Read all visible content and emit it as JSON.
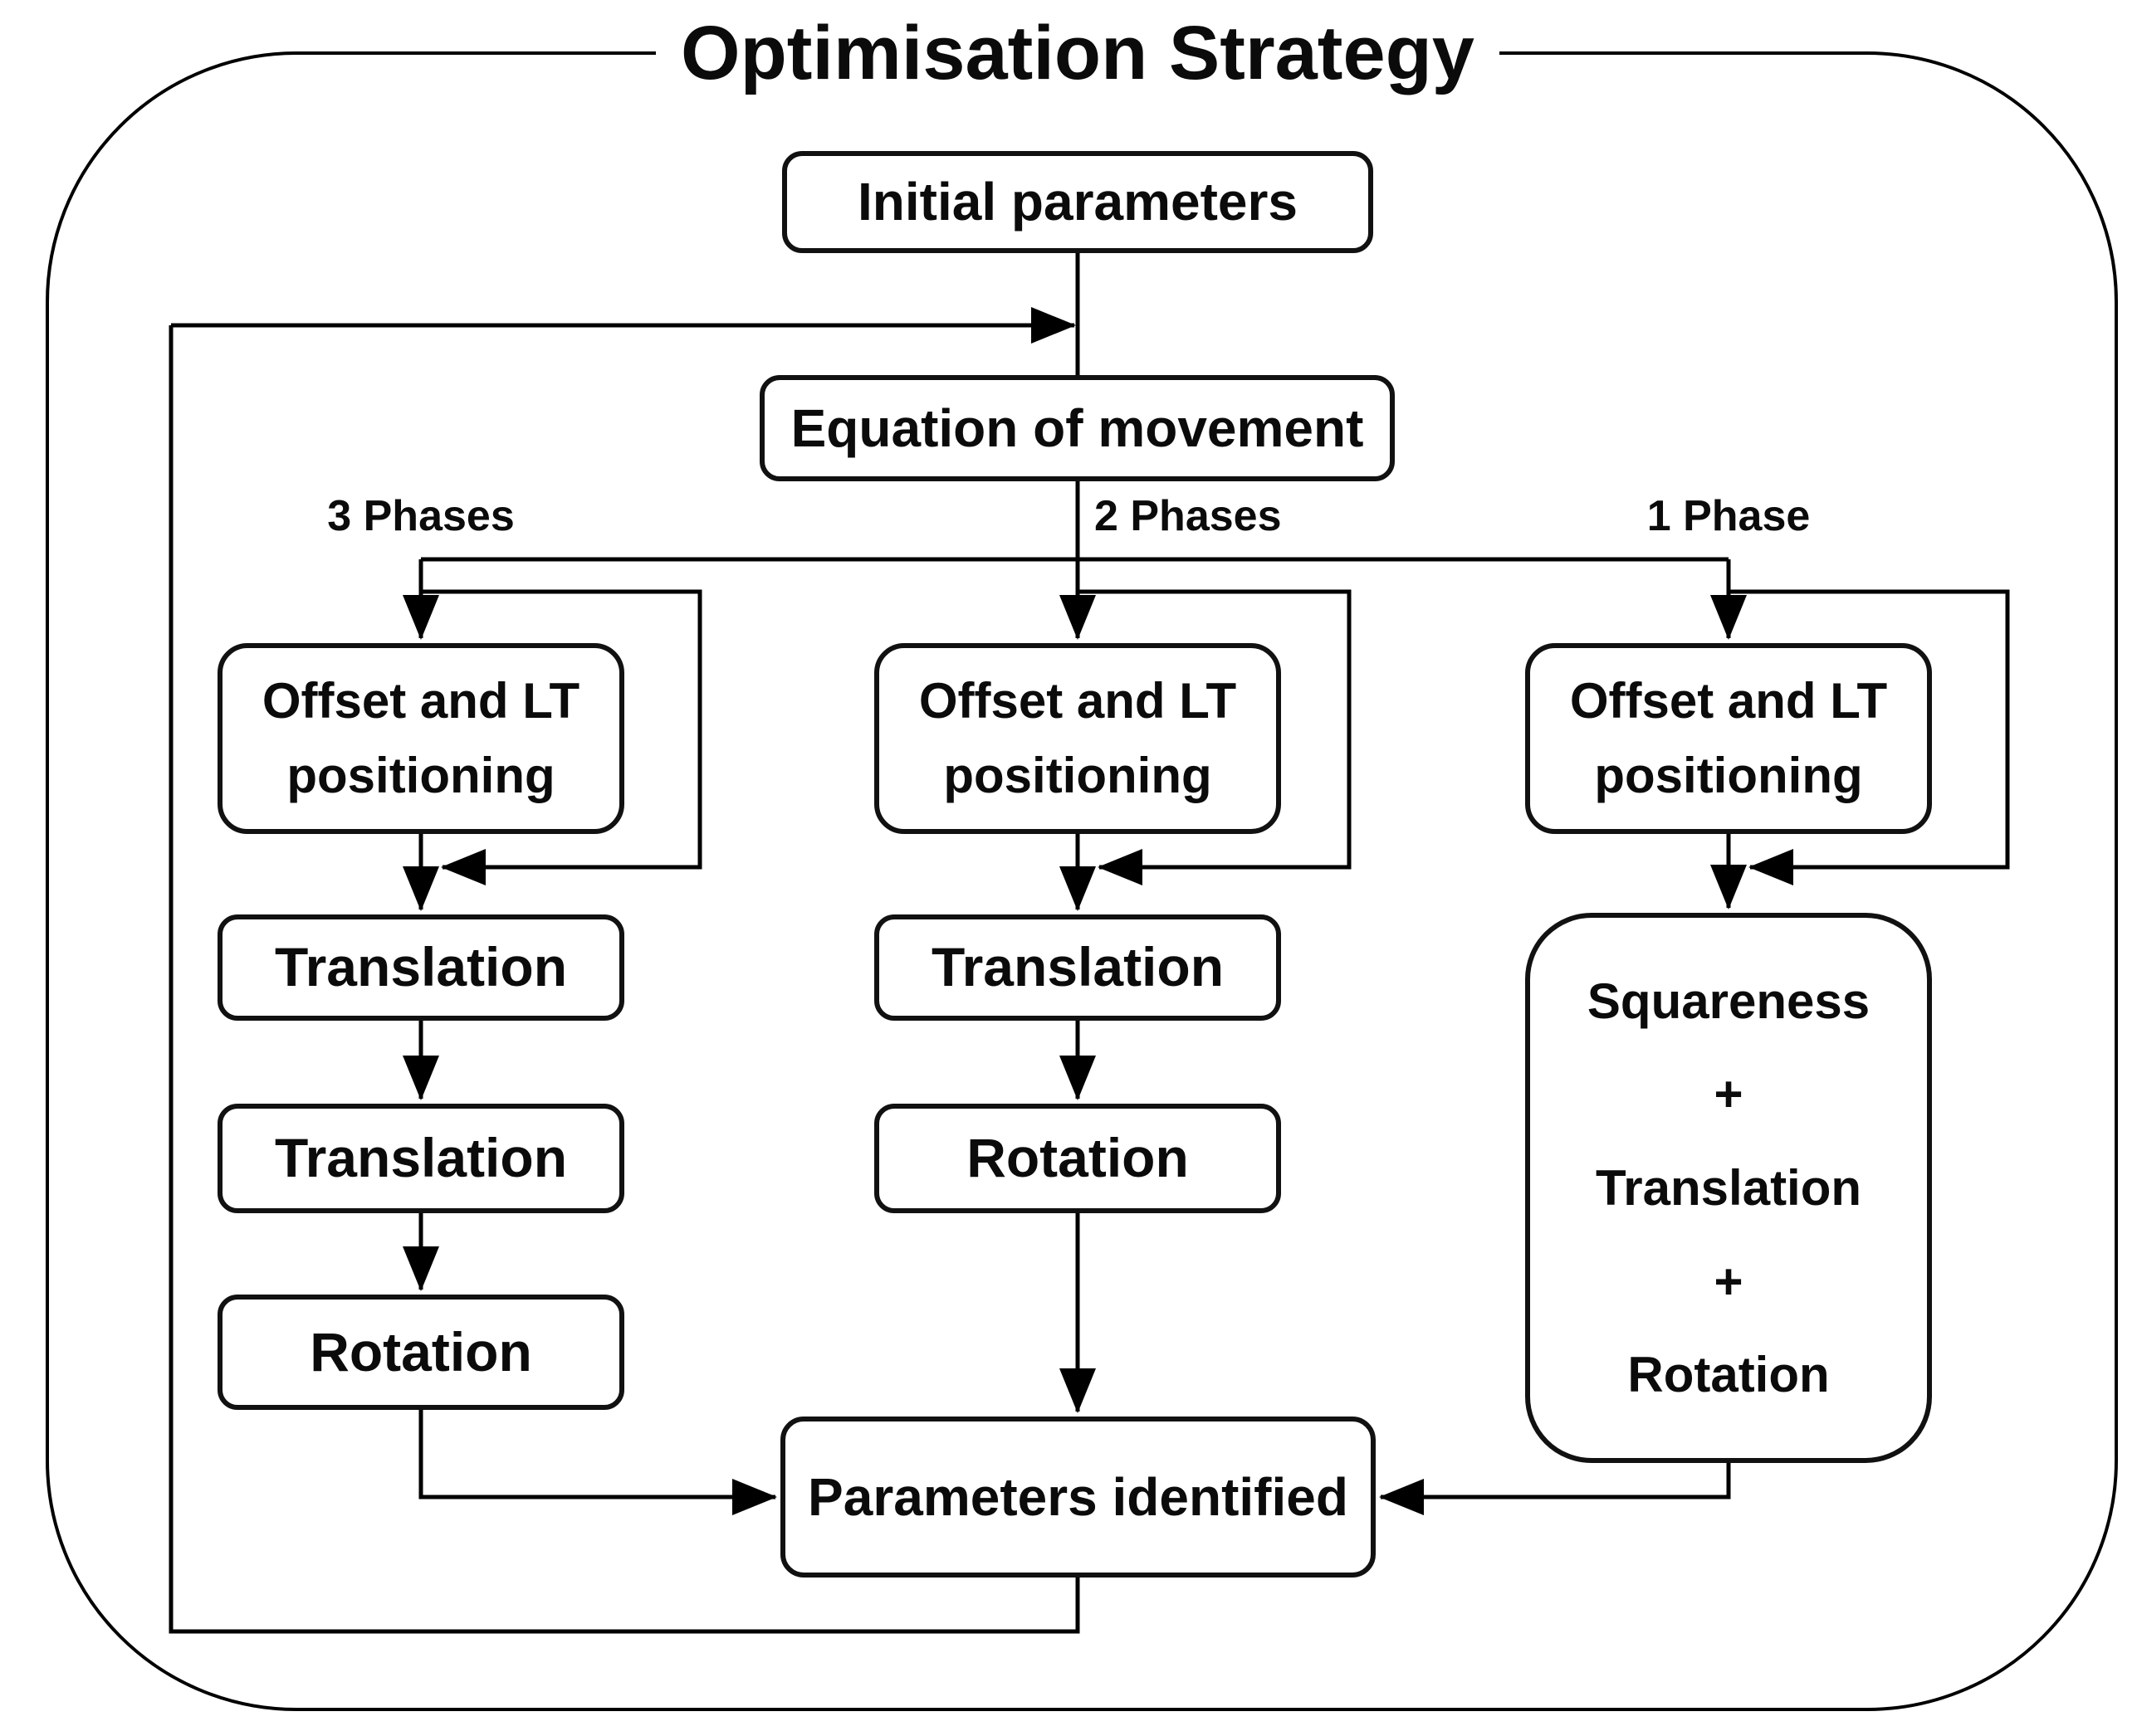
{
  "title": "Optimisation Strategy",
  "branches": {
    "left": {
      "label": "3 Phases"
    },
    "middle": {
      "label": "2 Phases"
    },
    "right": {
      "label": "1 Phase"
    }
  },
  "nodes": {
    "initial": {
      "label": "Initial parameters"
    },
    "equation": {
      "label": "Equation of movement"
    },
    "offset_left": {
      "lines": [
        "Offset and LT",
        "positioning"
      ]
    },
    "offset_middle": {
      "lines": [
        "Offset and LT",
        "positioning"
      ]
    },
    "offset_right": {
      "lines": [
        "Offset and LT",
        "positioning"
      ]
    },
    "translation_left_1": {
      "label": "Translation"
    },
    "translation_left_2": {
      "label": "Translation"
    },
    "rotation_left": {
      "label": "Rotation"
    },
    "translation_middle": {
      "label": "Translation"
    },
    "rotation_middle": {
      "label": "Rotation"
    },
    "squareness_right": {
      "lines": [
        "Squareness",
        "+",
        "Translation",
        "+",
        "Rotation"
      ]
    },
    "parameters": {
      "label": "Parameters identified"
    }
  },
  "colors": {
    "line": "#000000",
    "box_border": "#111111",
    "box_fill": "#ffffff",
    "text": "#0b0b0b",
    "background": "#ffffff"
  }
}
